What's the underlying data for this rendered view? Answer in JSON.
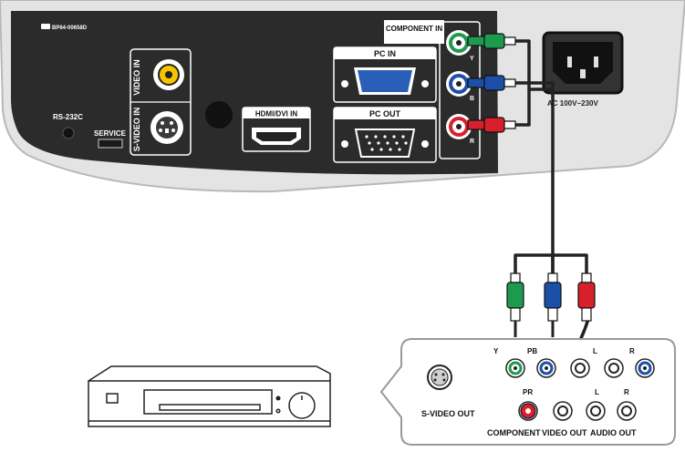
{
  "projector": {
    "model_code": "BP64-00658D",
    "video_in_label": "VIDEO IN",
    "svideo_in_label": "S-VIDEO IN",
    "rs232c_label": "RS-232C",
    "service_label": "SERVICE",
    "hdmi_label": "HDMI/DVI IN",
    "component_label": "COMPONENT IN",
    "pc_in_label": "PC IN",
    "pc_out_label": "PC OUT",
    "power_label": "AC 100V~230V",
    "component_jack_letters": [
      "Y",
      "B",
      "R"
    ]
  },
  "source_panel": {
    "svideo_out_label": "S-VIDEO OUT",
    "component_label": "COMPONENT",
    "video_out_label": "VIDEO OUT",
    "audio_out_label": "AUDIO OUT",
    "top_jack_labels": [
      "Y",
      "PB",
      "L",
      "R"
    ],
    "bottom_jack_labels": [
      "PR",
      "L",
      "R"
    ]
  },
  "colors": {
    "green": "#1e9a4e",
    "blue": "#1c4fa8",
    "red": "#d8202c",
    "yellow": "#f5c400",
    "panel": "#2b2b2b",
    "shell": "#e6e6e6"
  },
  "icons": {
    "vcr": "vcr-device-icon",
    "plug_head": "rca-plug-icon"
  }
}
